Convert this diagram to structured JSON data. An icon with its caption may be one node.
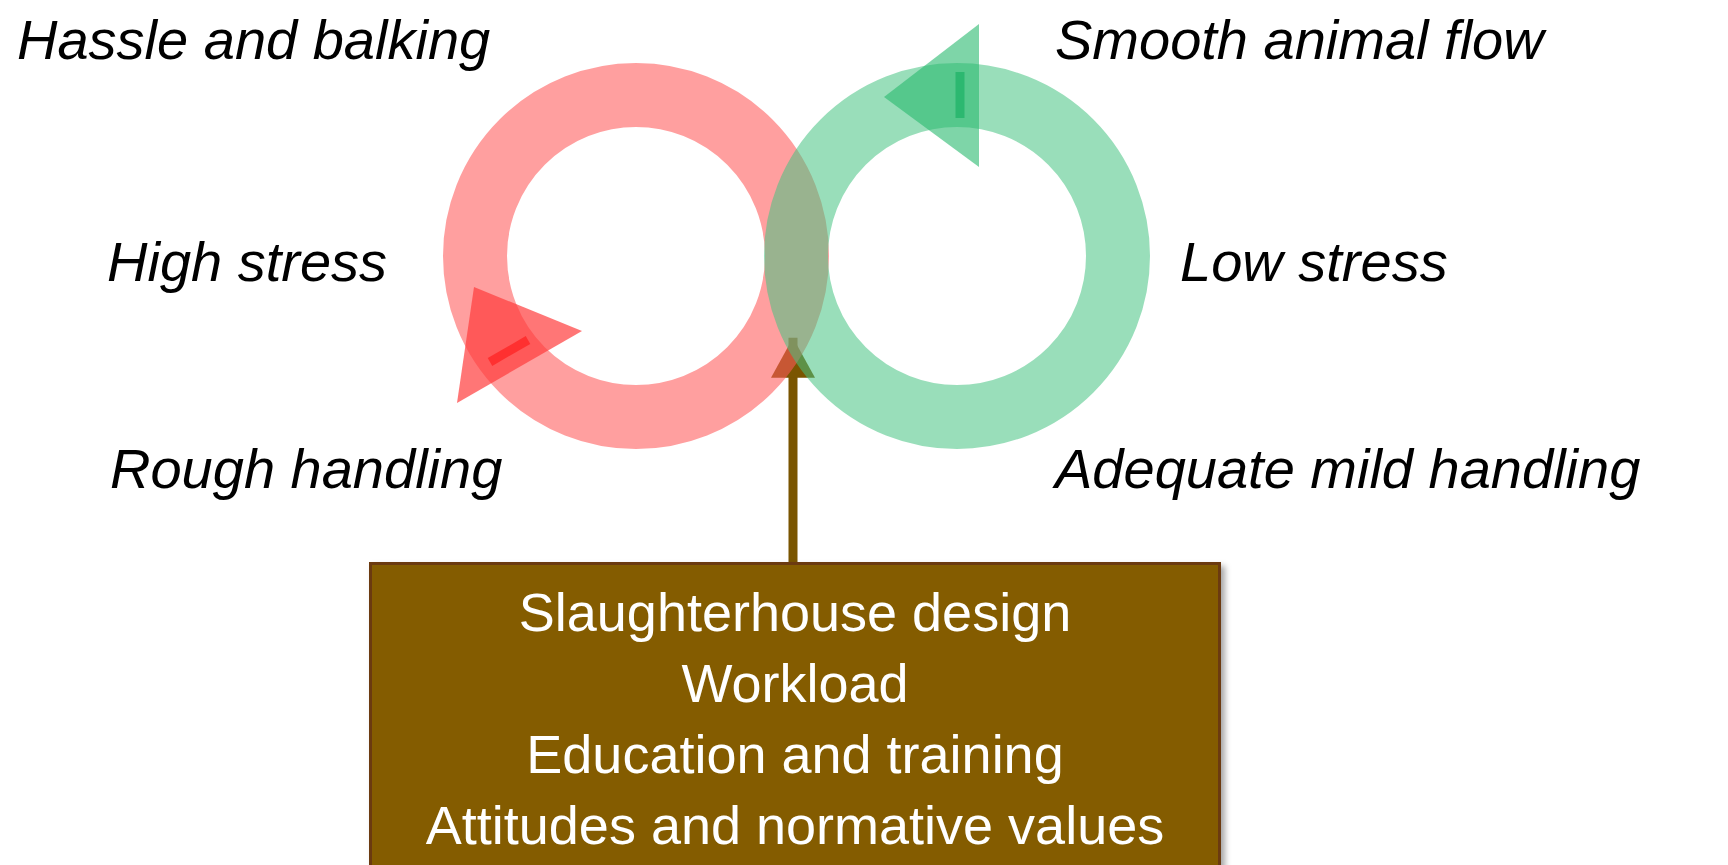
{
  "diagram": {
    "nodes": [
      {
        "text": [],
        "shape": "circle"
      },
      {
        "text": [],
        "shape": "circle"
      },
      {
        "text": [
          "Slaughterhouse design",
          "Workload",
          "Education and training",
          "Attitudes and normative values"
        ]
      }
    ],
    "edges": [
      {
        "from": 2,
        "to": 0,
        "arrow": "to"
      }
    ],
    "labels": [
      "Hassle and balking",
      "Smooth animal flow",
      "High stress",
      "Low stress",
      "Rough handling",
      "Adequate mild handling"
    ]
  }
}
